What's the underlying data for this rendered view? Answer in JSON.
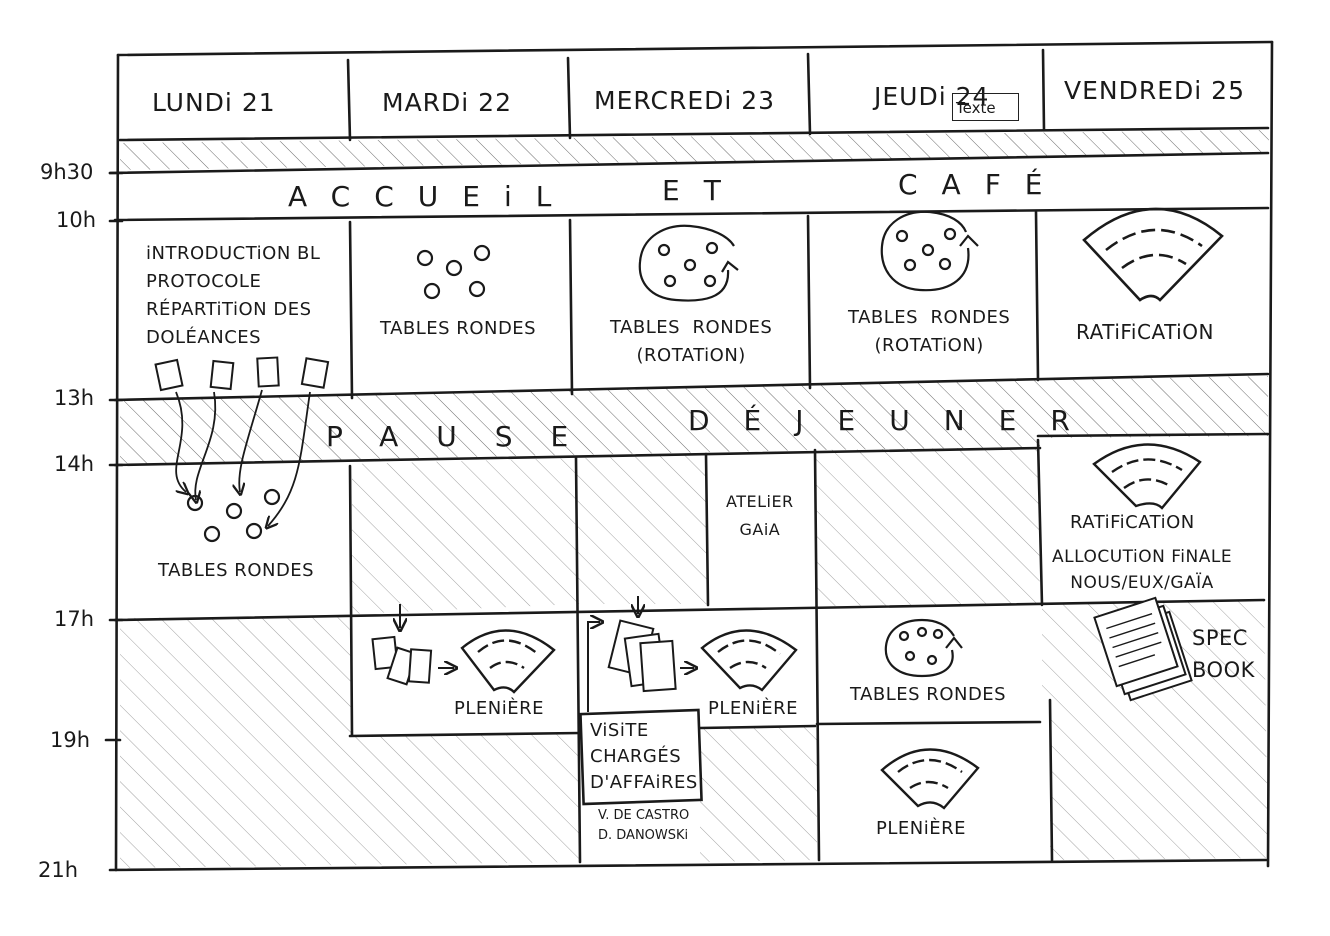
{
  "days": [
    "LUNDi 21",
    "MARDi 22",
    "MERCREDi 23",
    "JEUDi 24",
    "VENDREDi 25"
  ],
  "times": [
    "9h30",
    "10h",
    "13h",
    "14h",
    "17h",
    "19h",
    "21h"
  ],
  "overlay_label": "Texte",
  "banners": {
    "accueil": "ACCUEiL",
    "et": "ET",
    "cafe": "CAFÉ",
    "pause": "PAUSE",
    "dejeuner": "DÉJEUNER"
  },
  "sessions": {
    "monday_morning": "iNTRODUCTiON BL\nPROTOCOLE\nRÉPARTiTiON DES\nDOLÉANCES",
    "tuesday_morning": "TABLES  RONDES",
    "wednesday_morning": "TABLES  RONDES\n(ROTATiON)",
    "thursday_morning": "TABLES  RONDES\n(ROTATiON)",
    "friday_morning": "RATiFiCATiON",
    "monday_afternoon": "TABLES  RONDES",
    "atelier": "ATELiER\nGAiA",
    "friday_afternoon_1": "RATiFiCATiON",
    "friday_afternoon_2": "ALLOCUTiON FiNALE\nNOUS/EUX/GAÏA",
    "tuesday_evening": "PLENiÈRE",
    "wednesday_evening": "PLENiÈRE",
    "visite": "ViSiTE\nCHARGÉS\nD'AFFAiRES",
    "visite_names": "V. DE CASTRO\nD. DANOWSKi",
    "thursday_evening_1": "TABLES  RONDES",
    "thursday_evening_2": "PLENiÈRE",
    "spec_book": "SPEC\nBOOK"
  }
}
